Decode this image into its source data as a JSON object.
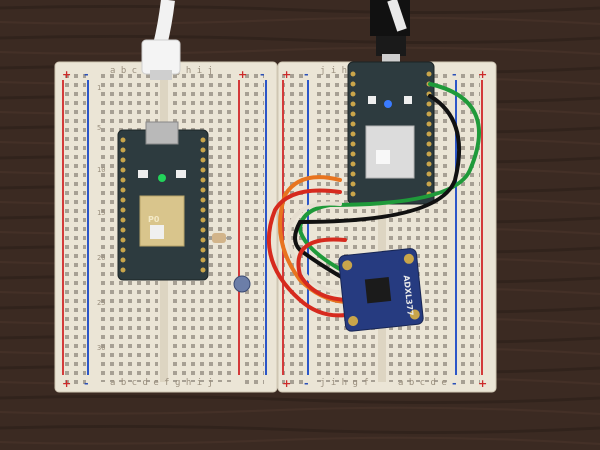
{
  "photo": {
    "background": "#3a2a22",
    "breadboard_color": "#ebe5d6",
    "rail_red": "#d33a3a",
    "rail_blue": "#2c56c8"
  },
  "breadboard_left": {
    "column_letters_top": "a b c d e   f g h i j",
    "column_letters_bottom": "a b c d e   f g h i j",
    "rail_plus": "+",
    "rail_minus": "-",
    "row_numbers": [
      "1",
      "5",
      "10",
      "15",
      "20",
      "25",
      "30"
    ]
  },
  "breadboard_right": {
    "column_letters_top": "j i h g f",
    "column_letters_bottom": "j i h g f",
    "rail_plus": "+",
    "rail_minus": "-"
  },
  "breadboard_far_right": {
    "column_letters_bottom": "a b c d e",
    "rail_plus": "+",
    "rail_minus": "-"
  },
  "boards": {
    "left_photon": {
      "chip_label": "P0",
      "led_color": "#22d35a",
      "pcb_color": "#2d3b3f"
    },
    "right_photon": {
      "led_color": "#3a7bff",
      "pcb_color": "#2d3b3f"
    }
  },
  "accelerometer": {
    "label": "ADXL377",
    "pcb_color": "#263b80"
  },
  "wires": [
    {
      "name": "orange",
      "color": "#e8741f"
    },
    {
      "name": "red",
      "color": "#d62a1e"
    },
    {
      "name": "white",
      "color": "#e6ded0"
    },
    {
      "name": "green",
      "color": "#1f9a3a"
    },
    {
      "name": "black",
      "color": "#111111"
    }
  ]
}
